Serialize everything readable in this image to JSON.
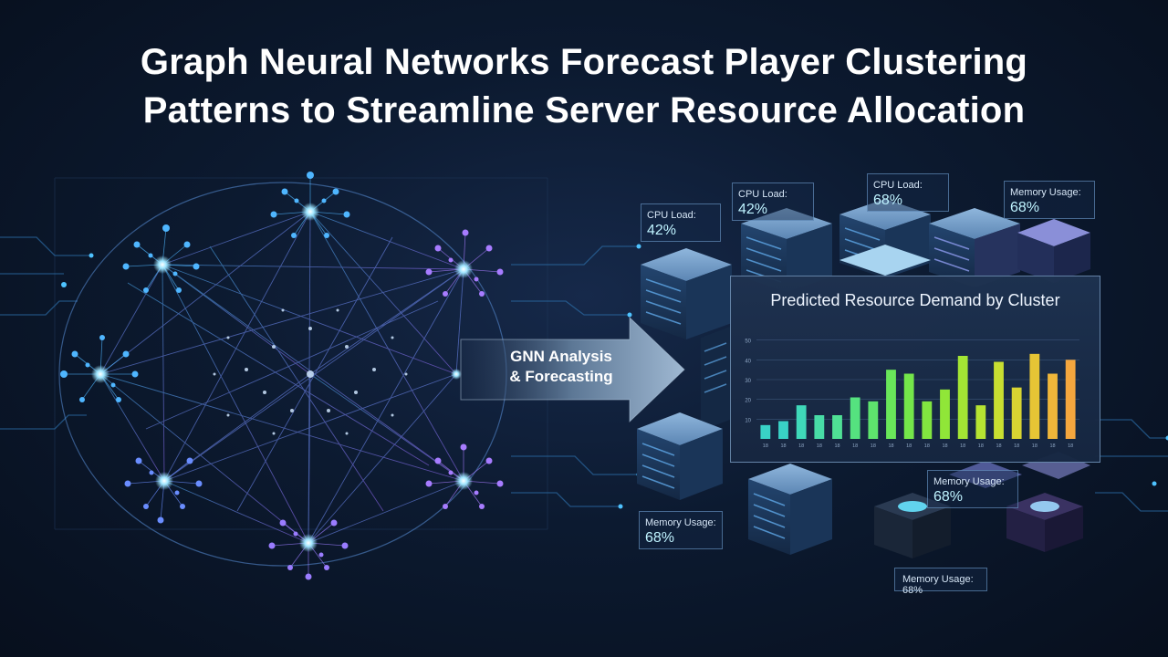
{
  "title": {
    "line1": "Graph Neural Networks Forecast Player Clustering",
    "line2": "Patterns to Streamline Server Resource Allocation"
  },
  "arrow": {
    "line1": "GNN Analysis",
    "line2": "& Forecasting"
  },
  "metric_labels": [
    {
      "name": "CPU Load:",
      "value": "42%"
    },
    {
      "name": "CPU Load:",
      "value": "42%"
    },
    {
      "name": "CPU Load:",
      "value": "68%"
    },
    {
      "name": "Memory Usage:",
      "value": "68%"
    },
    {
      "name": "Memory Usage:",
      "value": "68%"
    },
    {
      "name": "Memory Usage:",
      "value": "68%"
    }
  ],
  "memory_inline": "Memory Usage: 68%",
  "chart_data": {
    "type": "bar",
    "title": "Predicted Resource Demand by Cluster",
    "ylim": [
      0,
      60
    ],
    "ytick_labels": [
      "10",
      "20",
      "30",
      "40",
      "50"
    ],
    "values": [
      7,
      9,
      17,
      12,
      12,
      21,
      19,
      35,
      33,
      19,
      25,
      42,
      17,
      39,
      26,
      43,
      33,
      40
    ],
    "colors": [
      "#39d2c6",
      "#39d2c6",
      "#3fd8b9",
      "#48dba6",
      "#4fe095",
      "#55e27f",
      "#5ee36d",
      "#69e65a",
      "#74e64a",
      "#82e640",
      "#90e638",
      "#a3e534",
      "#b6e332",
      "#c8de31",
      "#d8d432",
      "#e6c535",
      "#efb63a",
      "#f4a63e"
    ],
    "xtick_labels": [
      "18",
      "18",
      "18",
      "18",
      "18",
      "18",
      "18",
      "18",
      "18",
      "18",
      "18",
      "18",
      "18",
      "18",
      "18",
      "18",
      "18",
      "18"
    ]
  },
  "colors": {
    "accent_cyan": "#5fd8ff",
    "accent_purple": "#a77cff",
    "server_blue": "#4d7fb8"
  }
}
